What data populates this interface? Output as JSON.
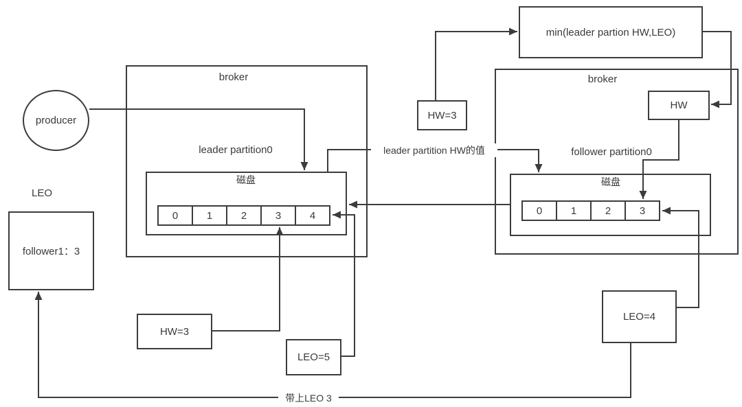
{
  "colors": {
    "stroke": "#3c3c3c",
    "text": "#3a3a3a",
    "background": "#ffffff"
  },
  "producer": {
    "label": "producer"
  },
  "leader_broker": {
    "title": "broker",
    "partition_label": "leader partition0",
    "disk": {
      "label": "磁盘",
      "cells": [
        "0",
        "1",
        "2",
        "3",
        "4"
      ]
    }
  },
  "follower_broker": {
    "title": "broker",
    "partition_label": "follower partition0",
    "disk": {
      "label": "磁盘",
      "cells": [
        "0",
        "1",
        "2",
        "3"
      ]
    },
    "hw_box": "HW"
  },
  "annotations": {
    "min_box": "min(leader partion HW,LEO)",
    "hw_top_box": "HW=3",
    "hw_leader_box": "HW=3",
    "leo5_box": "LEO=5",
    "leo4_box": "LEO=4",
    "leo_caption": "LEO",
    "follower1_box": "follower1：3"
  },
  "edge_labels": {
    "leader_hw_value": "leader partition HW的值",
    "carry_leo3": "带上LEO 3"
  }
}
